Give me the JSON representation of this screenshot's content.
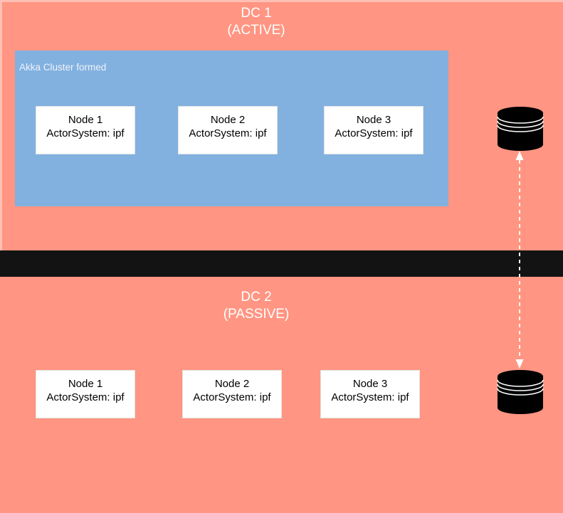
{
  "diagram": {
    "dc1": {
      "title_line1": "DC 1",
      "title_line2": "(ACTIVE)",
      "cluster": {
        "label": "Akka Cluster formed",
        "nodes": [
          {
            "name": "Node 1",
            "system": "ActorSystem: ipf"
          },
          {
            "name": "Node 2",
            "system": "ActorSystem: ipf"
          },
          {
            "name": "Node 3",
            "system": "ActorSystem: ipf"
          }
        ]
      }
    },
    "dc2": {
      "title_line1": "DC 2",
      "title_line2": "(PASSIVE)",
      "nodes": [
        {
          "name": "Node 1",
          "system": "ActorSystem: ipf"
        },
        {
          "name": "Node 2",
          "system": "ActorSystem: ipf"
        },
        {
          "name": "Node 3",
          "system": "ActorSystem: ipf"
        }
      ]
    },
    "icons": {
      "database_top": "database-icon",
      "database_bottom": "database-icon",
      "replication_link": "dashed-double-arrow-icon"
    },
    "colors": {
      "dc_background": "#ff9582",
      "dc_border_light": "#ffbfb4",
      "cluster_blue": "#82b1e0",
      "separator_black": "#131313",
      "node_background": "#ffffff",
      "title_text": "#ffffff",
      "node_text": "#000000",
      "database_fill": "#000000",
      "arrow_color": "#ffffff"
    }
  }
}
